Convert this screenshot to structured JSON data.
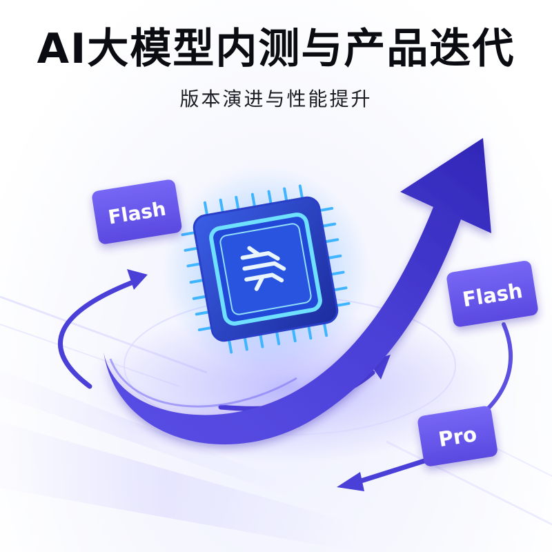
{
  "header": {
    "title": "AI大模型内测与产品迭代",
    "subtitle": "版本演进与性能提升"
  },
  "tags": {
    "flash_left": "Flash",
    "flash_right": "Flash",
    "pro": "Pro"
  },
  "icons": {
    "chip": "ai-chip-icon",
    "chip_symbol": "stacked-layers-icon",
    "growth_arrow": "growth-arrow-icon"
  },
  "colors": {
    "primary": "#4b3fd8",
    "arrow_dark": "#2f27b3",
    "tag_fill": "#6b5cf0",
    "chip_glow": "#38b6ff",
    "chip_core": "#1e3fb8"
  }
}
